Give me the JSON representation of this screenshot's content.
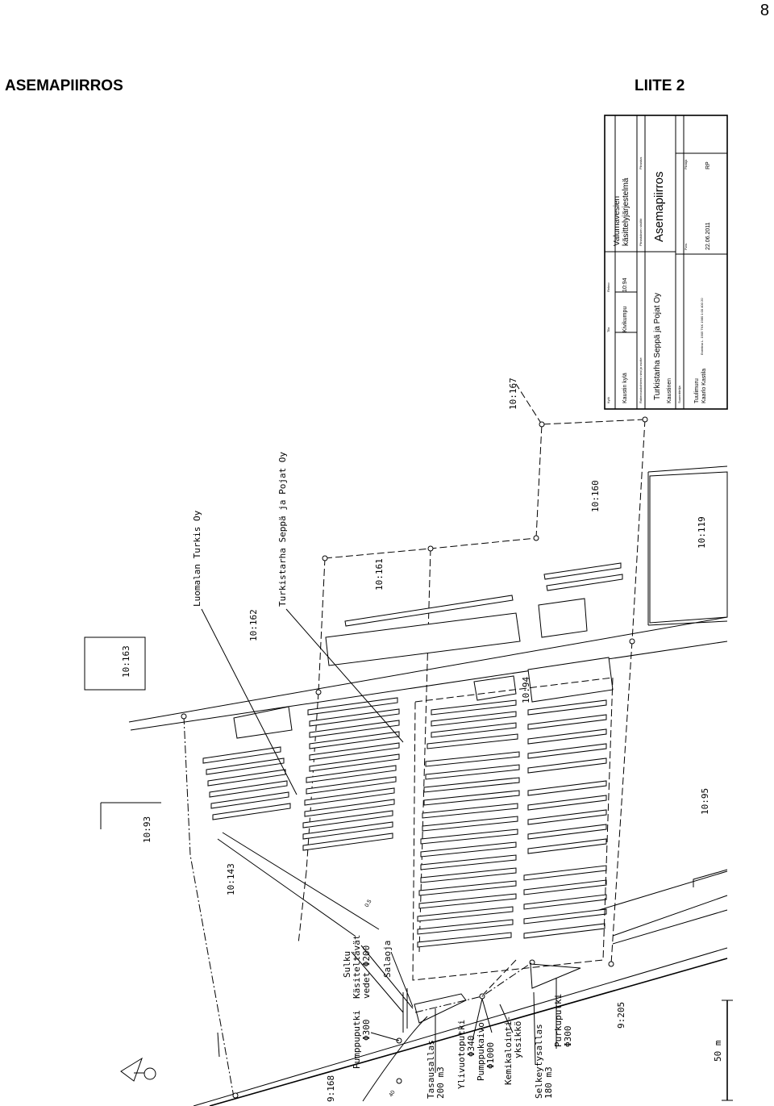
{
  "page": {
    "number": "8",
    "title": "ASEMAPIIRROS",
    "appendix": "LIITE 2"
  },
  "title_block": {
    "h_kyla": "Kylä",
    "v_kyla": "Kaustin kylä",
    "h_tila": "Tila",
    "v_tila": "Kivikumpu",
    "h_rekno": "Rekno",
    "v_rekno": "10:94",
    "h_suunn": "Rakennuskohteen nimi ja osoite",
    "v_suunn": "Turkistarha Seppä ja Pojat Oy",
    "v_paikka": "Kaustinen",
    "h_piirt": "Suunnittelija",
    "v_piirt": "Tuulimuru",
    "v_piirt2": "Kaarlo Kastila",
    "v_yhteys": "Enertina L. 1905 TKK 1980 1:00 400 20",
    "h_valuma": "Valumavesien",
    "v_valuma": "käsittelyjärjestelmä",
    "h_sisalto": "Piirustuksen sisältö",
    "v_sisalto": "Asemapiirros",
    "h_piirustus": "Piirustus",
    "h_pvm": "Pvm.",
    "v_pvm": "22.06.2011",
    "h_piirtaja": "Piirtäjä",
    "v_piirtaja": "RP"
  },
  "parcels": {
    "p10_167": "10:167",
    "p10_160": "10:160",
    "p10_161": "10:161",
    "p10_162": "10:162",
    "p10_163": "10:163",
    "p10_119": "10:119",
    "p10_94": "10:94",
    "p10_93": "10:93",
    "p10_95": "10:95",
    "p10_143": "10:143",
    "p9_205": "9:205",
    "p9_168": "9:168"
  },
  "labels": {
    "owner1": "Luomalan Turkis Oy",
    "owner2": "Turkistarha Seppä ja Pojat Oy",
    "sulku": "Sulku",
    "kasiteltavat": "Käsiteltävät",
    "vedet": "vedet Φ200",
    "salaoja": "Salaoja",
    "pumppuputki": "Pumppuputki",
    "pumppuputki_d": "Φ300",
    "tasausallas": "Tasausallas",
    "tasausallas_v": "200 m3",
    "ylivuotoputki": "Ylivuotoputki",
    "ylivuotoputki_d": "Φ340",
    "pumppukaivo": "Pumppukaivo",
    "pumppukaivo_d": "Φ1000",
    "kemikalointi": "Kemikalointi-",
    "kemikalointi2": "yksikkö",
    "selkeytysallas": "Selkeytysallas",
    "selkeytysallas_v": "180 m3",
    "purkuputki": "Purkuputki",
    "purkuputki_d": "Φ300",
    "elev1": "0.5",
    "elev2": "40",
    "scale_label": "50 m"
  }
}
